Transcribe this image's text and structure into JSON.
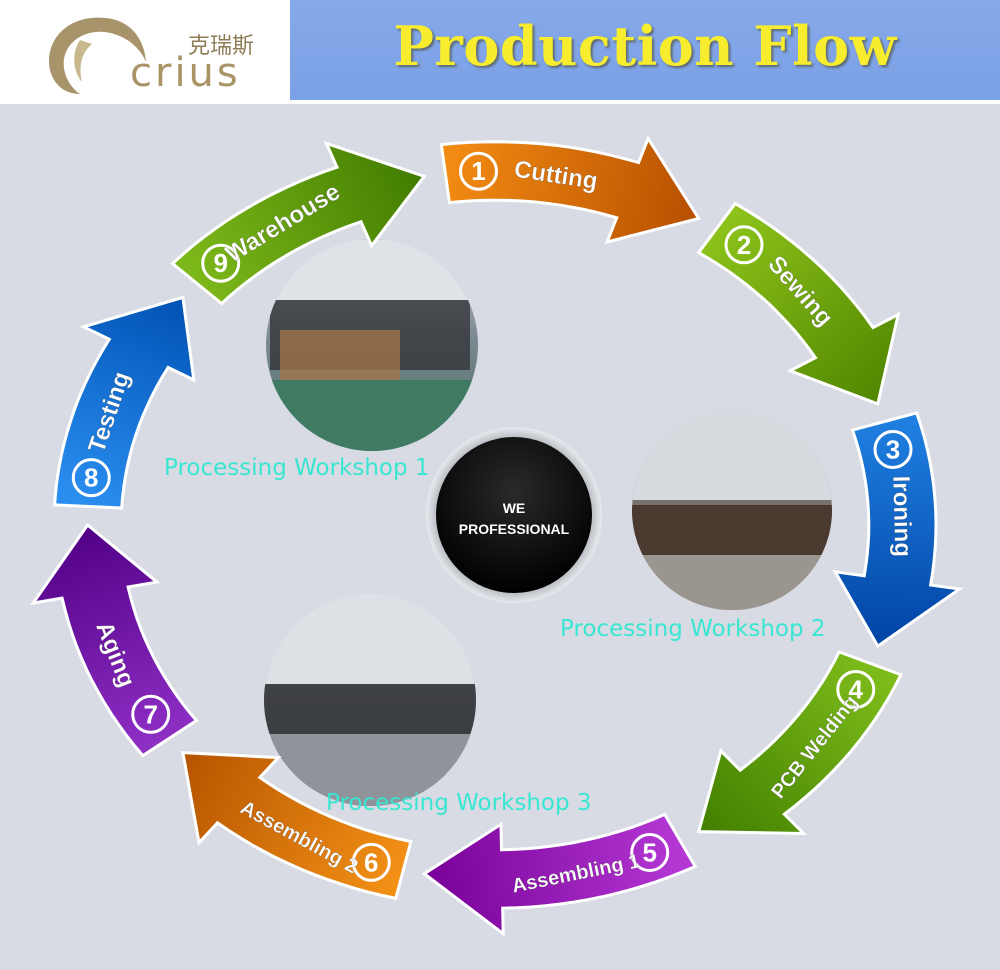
{
  "header": {
    "logo_cn": "克瑞斯",
    "logo_en": "CRIUS",
    "title": "Production Flow"
  },
  "center": {
    "line1": "WE",
    "line2": "PROFESSIONAL"
  },
  "steps": [
    {
      "num": "1",
      "label": "Cutting",
      "color": "#f28b12"
    },
    {
      "num": "2",
      "label": "Sewing",
      "color": "#8cc21a"
    },
    {
      "num": "3",
      "label": "Ironing",
      "color": "#1f7fe0"
    },
    {
      "num": "4",
      "label": "PCB Welding",
      "color": "#7dbb1a"
    },
    {
      "num": "5",
      "label": "Assembling 1",
      "color": "#b438d4"
    },
    {
      "num": "6",
      "label": "Assembling 2",
      "color": "#f29016"
    },
    {
      "num": "7",
      "label": "Aging",
      "color": "#8e2fc4"
    },
    {
      "num": "8",
      "label": "Testing",
      "color": "#2a8ef0"
    },
    {
      "num": "9",
      "label": "Warehouse",
      "color": "#7db81a"
    }
  ],
  "workshops": [
    {
      "label": "Processing Workshop 1"
    },
    {
      "label": "Processing Workshop 2"
    },
    {
      "label": "Processing Workshop 3"
    }
  ],
  "colors": {
    "title_text": "#f7ec2e",
    "workshop_text": "#38e6d2",
    "background": "#d9dbe4"
  }
}
